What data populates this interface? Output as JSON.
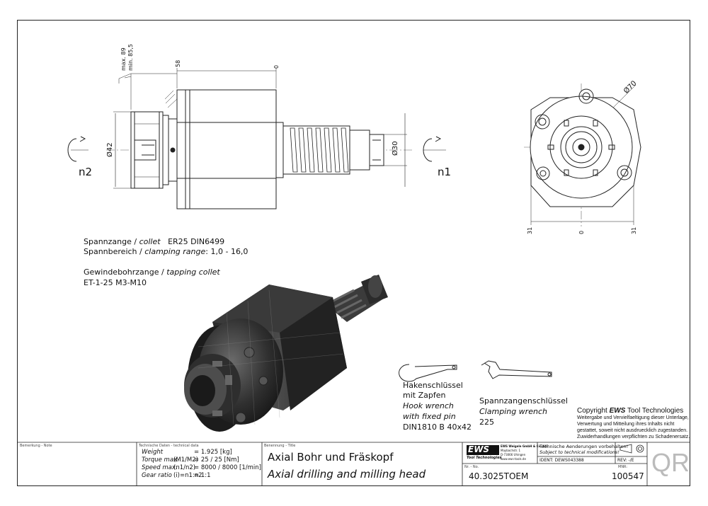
{
  "dims": {
    "max": "max. 89",
    "min": "min. 85,5",
    "d58": "58",
    "d0_top": "0",
    "d42": "Ø42",
    "d30": "Ø30",
    "n2": "n2",
    "n1": "n1",
    "d70": "Ø70",
    "d31_left": "31",
    "d0_bottom": "0",
    "d31_right": "31"
  },
  "specs": {
    "collet_line_de": "Spannzange / ",
    "collet_line_en": "collet",
    "collet_type": "ER25    DIN6499",
    "range_de": "Spannbereich / ",
    "range_en": "clamping range",
    "range_val": ": 1,0 - 16,0",
    "tap_de": "Gewindebohrzange / ",
    "tap_en": "tapping collet",
    "tap_val": "ET-1-25   M3-M10"
  },
  "wrenches": {
    "hook_de1": "Hakenschlüssel",
    "hook_de2": "mit Zapfen",
    "hook_en1": "Hook wrench",
    "hook_en2": "with fixed pin",
    "hook_code": "DIN1810 B 40x42",
    "clamp_de": "Spannzangenschlüssel",
    "clamp_en": "Clamping wrench",
    "clamp_code": "225"
  },
  "copyright": {
    "line1_pre": "Copyright ",
    "line1_brand": "EWS",
    "line1_post": " Tool Technologies",
    "line2": "Weitergabe und Vervielfaeltigung dieser Unterlage,",
    "line3": "Verwertung und Mitteilung ihres Inhalts nicht",
    "line4": "gestattet, soweit nicht ausdruecklich zugestanden.",
    "line5": "Zuwiderhandlungen verpflichten zu Schadenersatz."
  },
  "title_block": {
    "note_label": "Bemerkung - Note",
    "tech_label": "Technische Daten - technical data",
    "weight_label": "Weight",
    "weight_val": "=  1.925 [kg]",
    "torque_label": "Torque max.",
    "torque_sub": "(M1/M2)",
    "torque_val": "=  25 / 25 [Nm]",
    "speed_label": "Speed max.",
    "speed_sub": "(n1/n2)",
    "speed_val": "=  8000 / 8000 [1/min]",
    "ratio_label": "Gear ratio",
    "ratio_sub": "(i)=n1:n2",
    "ratio_val": "=  1:1",
    "name_label": "Benennung - Title",
    "title_de": "Axial Bohr und Fräskopf",
    "title_en": "Axial drilling and milling head",
    "logo": "EWS",
    "logo_sub": "Tool Technologies",
    "company1": "EWS Weigele GmbH & Co. KG",
    "company2": "Maybachstr. 1",
    "company3": "D-73066 Uhingen",
    "company4": "www.ews-tools.de",
    "changes_de": "Technische Aenderungen vorbehalten!",
    "changes_en": "Subject to technical modifications!",
    "ident": "IDENT:  DEWS043388",
    "rev": "REV:  -/E",
    "nr_label": "Nr. - No.",
    "nr_val": "40.3025TOEM",
    "mnr_label": "MNR:",
    "mnr_val": "100547",
    "qr": "QR"
  }
}
